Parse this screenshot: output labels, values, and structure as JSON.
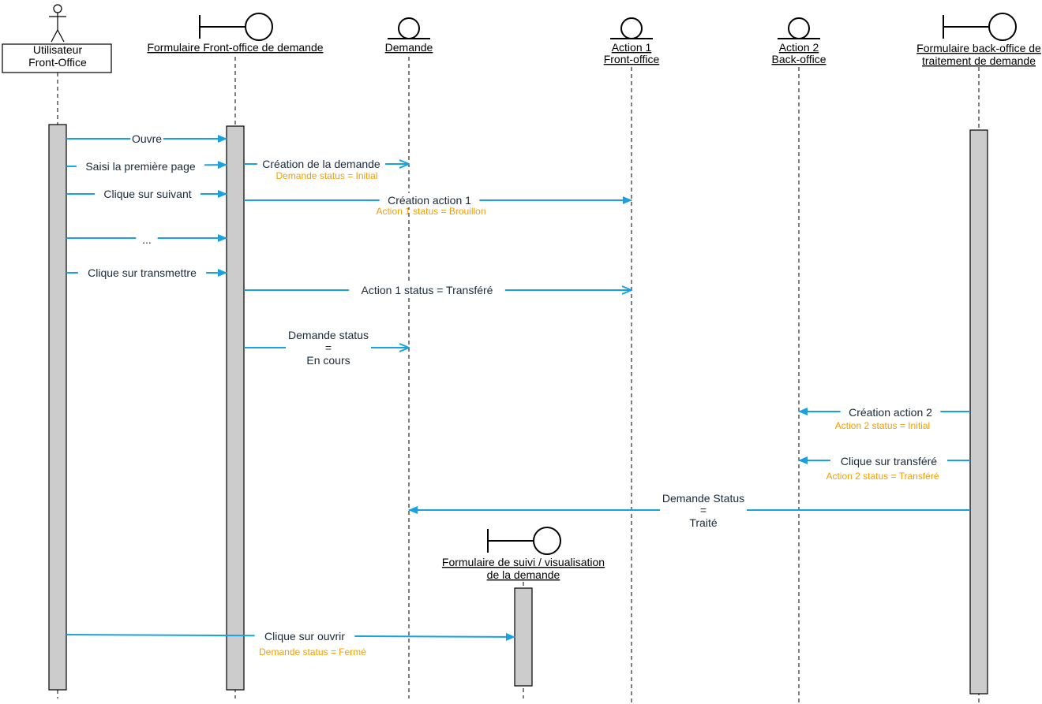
{
  "colors": {
    "arrow": "#1ba1e2",
    "note": "#f59d00",
    "label": "#1a2a3a",
    "line": "#000000",
    "activation": "#cccccc"
  },
  "participants": [
    {
      "id": "user",
      "kind": "actor",
      "icon": "actor-icon",
      "lines": [
        "Utilisateur",
        "Front-Office"
      ]
    },
    {
      "id": "form_front",
      "kind": "boundary",
      "icon": "boundary-icon",
      "lines": [
        "Formulaire Front-office de demande"
      ]
    },
    {
      "id": "demande",
      "kind": "entity",
      "icon": "entity-icon",
      "lines": [
        "Demande"
      ]
    },
    {
      "id": "action1",
      "kind": "entity",
      "icon": "entity-icon",
      "lines": [
        "Action 1",
        "Front-office"
      ]
    },
    {
      "id": "action2",
      "kind": "entity",
      "icon": "entity-icon",
      "lines": [
        "Action 2",
        "Back-office"
      ]
    },
    {
      "id": "form_back",
      "kind": "boundary",
      "icon": "boundary-icon",
      "lines": [
        "Formulaire back-office de",
        "traitement de demande"
      ]
    },
    {
      "id": "form_suivi",
      "kind": "boundary",
      "icon": "boundary-icon",
      "lines": [
        "Formulaire de suivi / visualisation",
        "de la demande"
      ]
    }
  ],
  "messages": [
    {
      "id": "m-ouvre",
      "from": "user",
      "to": "form_front",
      "style": "filled",
      "lines": [
        "Ouvre"
      ]
    },
    {
      "id": "m-saisi",
      "from": "user",
      "to": "form_front",
      "style": "filled",
      "lines": [
        "Saisi la première page"
      ]
    },
    {
      "id": "m-creation-demande",
      "from": "form_front",
      "to": "demande",
      "style": "open",
      "lines": [
        "Création de la demande"
      ],
      "note": "Demande status = Initial"
    },
    {
      "id": "m-suivant",
      "from": "user",
      "to": "form_front",
      "style": "filled",
      "lines": [
        "Clique sur suivant"
      ]
    },
    {
      "id": "m-creation-action1",
      "from": "form_front",
      "to": "action1",
      "style": "filled",
      "lines": [
        "Création action 1"
      ],
      "note": "Action 1 status = Brouillon"
    },
    {
      "id": "m-ellipsis",
      "from": "user",
      "to": "form_front",
      "style": "filled",
      "lines": [
        "..."
      ]
    },
    {
      "id": "m-transmettre",
      "from": "user",
      "to": "form_front",
      "style": "filled",
      "lines": [
        "Clique sur transmettre"
      ]
    },
    {
      "id": "m-action1-transfere",
      "from": "form_front",
      "to": "action1",
      "style": "open",
      "lines": [
        "Action 1 status = Transféré"
      ]
    },
    {
      "id": "m-demande-encours",
      "from": "form_front",
      "to": "demande",
      "style": "open",
      "lines": [
        "Demande status",
        "=",
        "En cours"
      ]
    },
    {
      "id": "m-creation-action2",
      "from": "form_back",
      "to": "action2",
      "style": "filled",
      "lines": [
        "Création action 2"
      ],
      "note": "Action 2 status = Initial"
    },
    {
      "id": "m-clique-transfere",
      "from": "form_back",
      "to": "action2",
      "style": "filled",
      "lines": [
        "Clique sur transféré"
      ],
      "note": "Action 2 status = Transféré"
    },
    {
      "id": "m-demande-traite",
      "from": "form_back",
      "to": "demande",
      "style": "filled",
      "lines": [
        "Demande Status",
        "=",
        "Traité"
      ]
    },
    {
      "id": "m-clique-ouvrir",
      "from": "user",
      "to": "form_suivi",
      "style": "filled",
      "lines": [
        "Clique sur ouvrir"
      ],
      "note": "Demande status = Fermé"
    }
  ]
}
